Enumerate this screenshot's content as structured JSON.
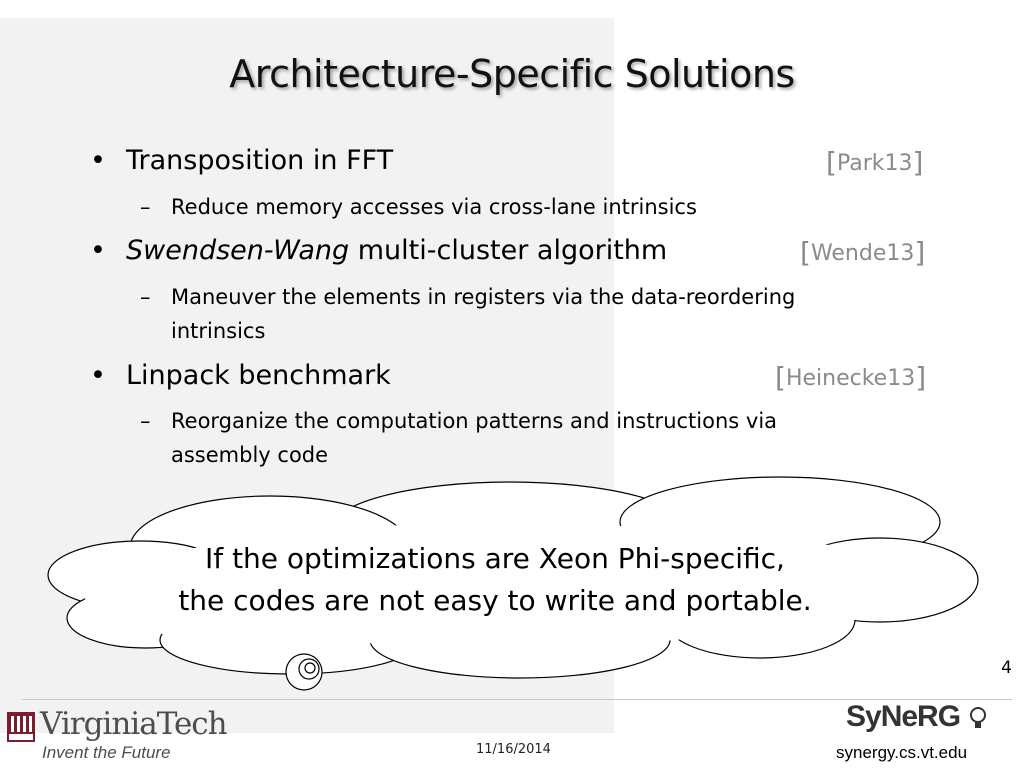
{
  "slide": {
    "title": "Architecture-Specific Solutions",
    "bullets": [
      {
        "text": "Transposition in FFT",
        "ref": "Park13",
        "sub": "Reduce memory accesses via cross-lane intrinsics"
      },
      {
        "text_italic": "Swendsen-Wang",
        "text": " multi-cluster algorithm",
        "ref": "Wende13",
        "sub_line1": "Maneuver the elements in registers via the data-reordering",
        "sub_line2": "intrinsics"
      },
      {
        "text": "Linpack benchmark",
        "ref": "Heinecke13",
        "sub_line1": "Reorganize the computation patterns and instructions via",
        "sub_line2": "assembly code"
      }
    ],
    "bullet_glyph": "•",
    "dash_glyph": "–",
    "bracket_open": "[",
    "bracket_close": "]",
    "callout": {
      "line1": "If the optimizations are Xeon Phi-specific,",
      "line2": "the codes are not easy to write and portable."
    }
  },
  "footer": {
    "page_number": "4",
    "date": "11/16/2014",
    "vt_name": "VirginiaTech",
    "vt_tagline": "Invent the Future",
    "synerg_name": "SyNeRG",
    "synerg_url": "synergy.cs.vt.edu"
  }
}
